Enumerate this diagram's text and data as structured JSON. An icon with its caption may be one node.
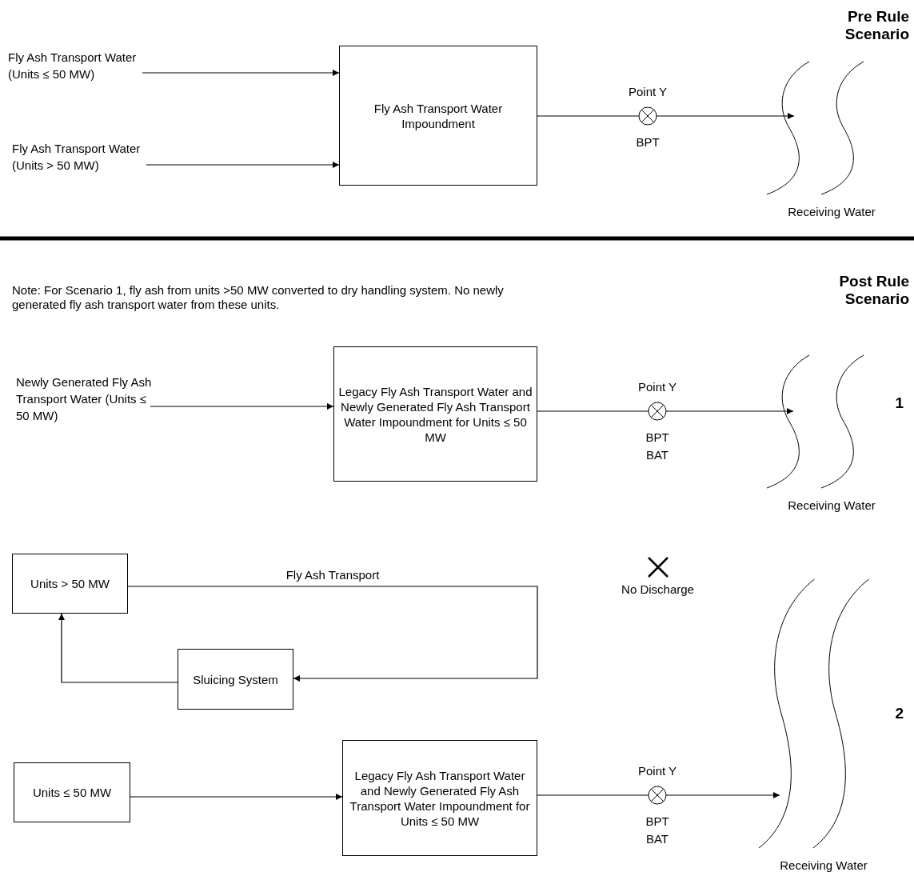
{
  "diagram": {
    "nodes": [
      {
        "text": [
          "Fly Ash Transport Water (Units ≤ 50 MW)"
        ]
      },
      {
        "text": [
          "Fly Ash Transport Water (Units > 50 MW)"
        ]
      },
      {
        "text": [
          "Fly Ash Transport Water Impoundment"
        ]
      },
      {
        "text": [
          "Point Y",
          "BPT"
        ]
      },
      {
        "text": [
          "Receiving Water"
        ]
      },
      {
        "text": [
          "Newly Generated Fly Ash Transport Water (Units ≤ 50 MW)"
        ]
      },
      {
        "text": [
          "Legacy Fly Ash Transport Water and Newly Generated Fly Ash Transport Water Impoundment for Units ≤ 50 MW"
        ]
      },
      {
        "text": [
          "Point Y",
          "BPT",
          "BAT"
        ]
      },
      {
        "text": [
          "Receiving Water"
        ]
      },
      {
        "text": [
          "Units > 50 MW"
        ]
      },
      {
        "text": [
          "Sluicing System"
        ]
      },
      {
        "text": [
          "Units ≤ 50 MW"
        ]
      },
      {
        "text": [
          "Legacy Fly Ash Transport Water and Newly Generated Fly Ash Transport Water Impoundment for Units ≤ 50 MW"
        ]
      },
      {
        "text": [
          "Point Y",
          "BPT",
          "BAT"
        ]
      },
      {
        "text": [
          "Receiving Water"
        ]
      }
    ],
    "edges": [
      {
        "from": 0,
        "to": 2,
        "arrow": "to"
      },
      {
        "from": 1,
        "to": 2,
        "arrow": "to"
      },
      {
        "from": 2,
        "to": 3,
        "arrow": "none"
      },
      {
        "from": 3,
        "to": 4,
        "arrow": "to"
      },
      {
        "from": 5,
        "to": 6,
        "arrow": "to"
      },
      {
        "from": 6,
        "to": 7,
        "arrow": "none"
      },
      {
        "from": 7,
        "to": 8,
        "arrow": "to"
      },
      {
        "from": 9,
        "to": 10,
        "arrow": "to",
        "label": "Fly Ash Transport"
      },
      {
        "from": 10,
        "to": 9,
        "arrow": "to"
      },
      {
        "from": 11,
        "to": 12,
        "arrow": "to"
      },
      {
        "from": 12,
        "to": 13,
        "arrow": "none"
      },
      {
        "from": 13,
        "to": 14,
        "arrow": "to"
      }
    ],
    "labels": [
      "Pre Rule Scenario",
      "Note: For Scenario 1, fly ash from units >50 MW converted to dry handling system. No newly generated fly ash transport water from these units.",
      "Post Rule Scenario",
      "1",
      "No Discharge",
      "2"
    ]
  }
}
